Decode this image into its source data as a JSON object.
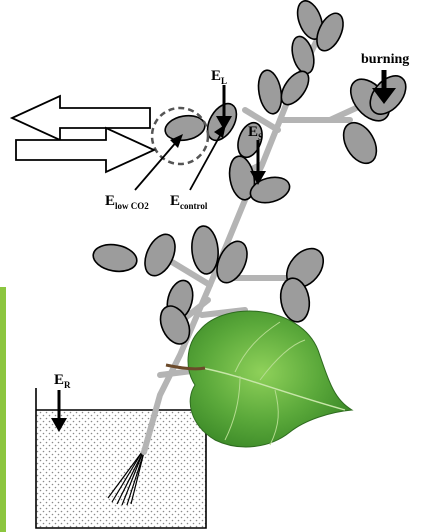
{
  "labels": {
    "burning": "burning",
    "e_l": {
      "main": "E",
      "sub": "L"
    },
    "e_s": {
      "main": "E",
      "sub": "S"
    },
    "e_r": {
      "main": "E",
      "sub": "R"
    },
    "e_low_co2": {
      "main": "E",
      "sub": "low CO2"
    },
    "e_control": {
      "main": "E",
      "sub": "control"
    }
  },
  "icons": {
    "flow_arrows": "double-hollow-arrow-icon",
    "measurement_arrow": "down-arrow-icon",
    "real_leaf": "green-leaf-image",
    "container": "water-container-icon"
  },
  "colors": {
    "schematic_leaf": "#9c9c9c",
    "stem": "#b4b4b4",
    "real_leaf": "#5aa83a",
    "side_bar": "#8cc63f",
    "water_stipple": "#8a8a8a"
  }
}
